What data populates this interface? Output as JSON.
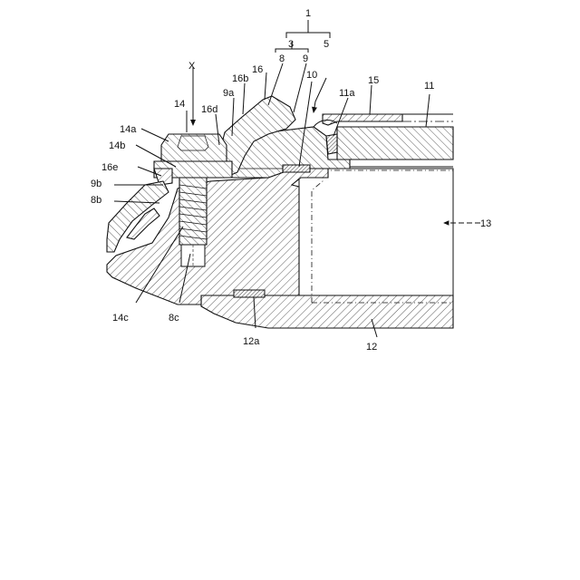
{
  "labels": {
    "l1": "1",
    "l3": "3",
    "l5": "5",
    "lX": "X",
    "l8": "8",
    "l9": "9",
    "l10": "10",
    "l11a": "11a",
    "l15": "15",
    "l11": "11",
    "l16": "16",
    "l16b": "16b",
    "l9a": "9a",
    "l16d": "16d",
    "l14": "14",
    "l14a": "14a",
    "l14b": "14b",
    "l16e": "16e",
    "l9b": "9b",
    "l8b": "8b",
    "l13": "13",
    "l14c": "14c",
    "l8c": "8c",
    "l12a": "12a",
    "l12": "12"
  }
}
